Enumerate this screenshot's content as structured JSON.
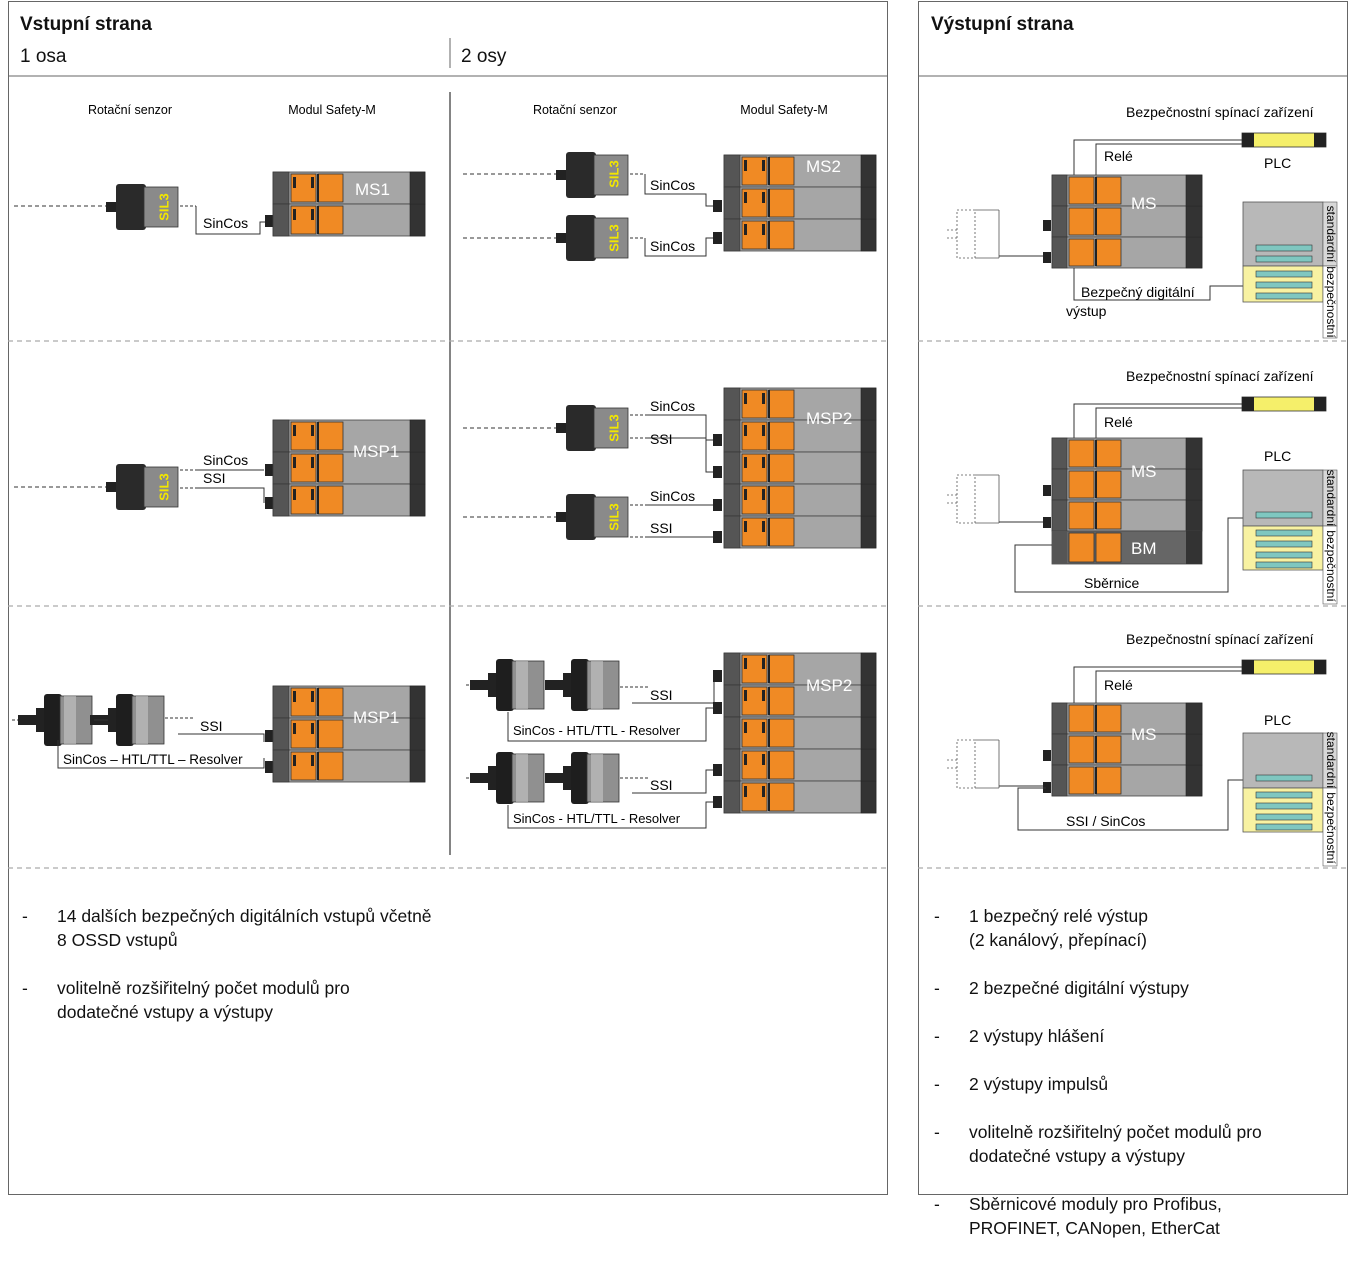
{
  "input": {
    "title": "Vstupní strana",
    "axis1": "1 osa",
    "axis2": "2 osy",
    "col_sensor": "Rotační senzor",
    "col_module": "Modul Safety-M",
    "sil": "SIL3",
    "row1": {
      "left": {
        "signal": "SinCos",
        "module": "MS1"
      },
      "right": {
        "signal_a": "SinCos",
        "signal_b": "SinCos",
        "module": "MS2"
      }
    },
    "row2": {
      "left": {
        "signal_a": "SinCos",
        "signal_b": "SSI",
        "module": "MSP1"
      },
      "right": {
        "signal_a": "SinCos",
        "signal_b": "SSI",
        "signal_c": "SinCos",
        "signal_d": "SSI",
        "module": "MSP2"
      }
    },
    "row3": {
      "left": {
        "signal_a": "SSI",
        "signal_b": "SinCos – HTL/TTL – Resolver",
        "module": "MSP1"
      },
      "right": {
        "signal_a": "SSI",
        "signal_b": "SinCos - HTL/TTL - Resolver",
        "signal_c": "SSI",
        "signal_d": "SinCos - HTL/TTL - Resolver",
        "module": "MSP2"
      }
    },
    "bullets": [
      "14 dalších bezpečných digitálních vstupů včetně\n8 OSSD vstupů",
      "volitelně rozšiřitelný počet modulů pro\ndodatečné vstupy a výstupy"
    ]
  },
  "output": {
    "title": "Výstupní strana",
    "switch_device": "Bezpečnostní spínací zařízení",
    "relay": "Relé",
    "plc": "PLC",
    "standard": "standardní",
    "safety": "bezpečnostní",
    "ms": "MS",
    "row1": {
      "label_a": "Bezpečný digitální",
      "label_b": "výstup"
    },
    "row2": {
      "bm": "BM",
      "bus": "Sběrnice"
    },
    "row3": {
      "conn": "SSI / SinCos"
    },
    "bullets": [
      "1 bezpečný relé výstup\n(2 kanálový, přepínací)",
      "2 bezpečné digitální výstupy",
      "2 výstupy hlášení",
      "2 výstupy impulsů",
      "volitelně rozšiřitelný počet modulů pro\ndodatečné vstupy a výstupy",
      "Sběrnicové moduly pro Profibus,\nPROFINET, CANopen, EtherCat"
    ]
  },
  "colors": {
    "orange": "#f08a24",
    "module_grey": "#a6a6a6",
    "dark": "#404040",
    "sil_yellow": "#f2e600",
    "plc_yellow": "#f8f2a2",
    "plc_teal": "#7fc7c0",
    "switch_yellow": "#f5ef6a"
  }
}
